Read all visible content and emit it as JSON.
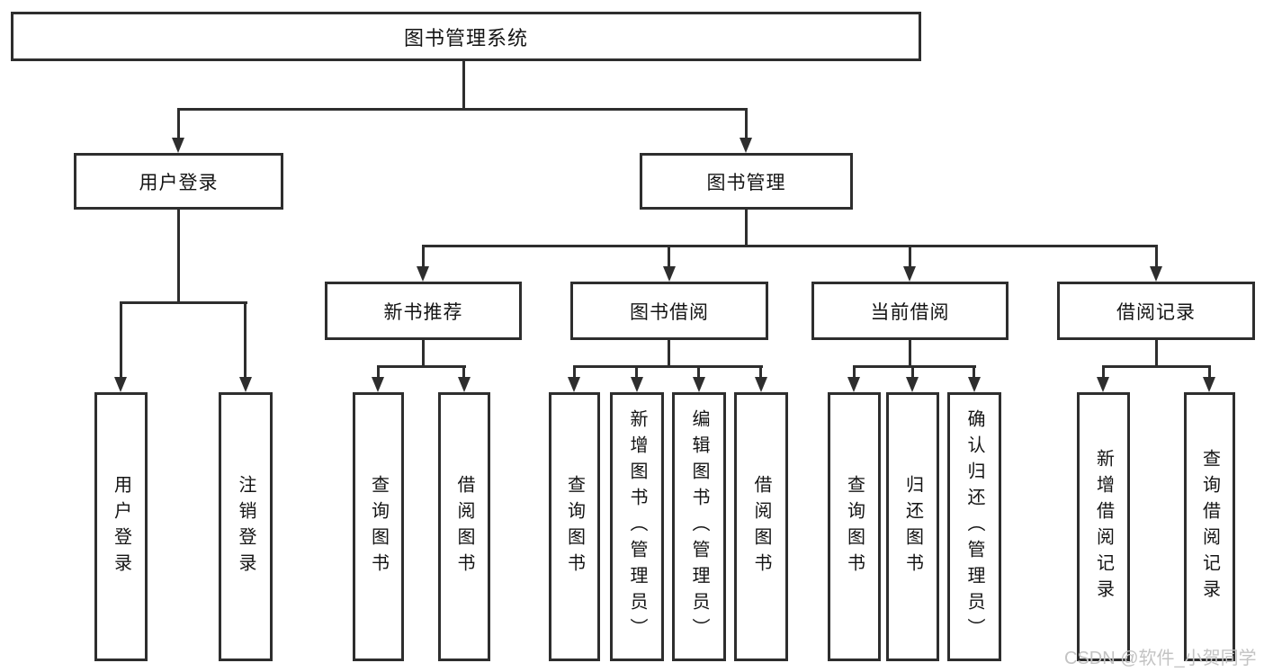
{
  "diagram_type": "hierarchy-diagram",
  "colors": {
    "line": "#2e2e2e",
    "box_border": "#2e2e2e",
    "text": "#141414",
    "background": "#ffffff",
    "watermark": "#c3c3c3"
  },
  "tree": {
    "label": "图书管理系统",
    "children": [
      {
        "label": "用户登录",
        "children": [
          {
            "label": "用户登录"
          },
          {
            "label": "注销登录"
          }
        ]
      },
      {
        "label": "图书管理",
        "children": [
          {
            "label": "新书推荐",
            "children": [
              {
                "label": "查询图书"
              },
              {
                "label": "借阅图书"
              }
            ]
          },
          {
            "label": "图书借阅",
            "children": [
              {
                "label": "查询图书"
              },
              {
                "label": "新增图书（管理员）"
              },
              {
                "label": "编辑图书（管理员）"
              },
              {
                "label": "借阅图书"
              }
            ]
          },
          {
            "label": "当前借阅",
            "children": [
              {
                "label": "查询图书"
              },
              {
                "label": "归还图书"
              },
              {
                "label": "确认归还（管理员）"
              }
            ]
          },
          {
            "label": "借阅记录",
            "children": [
              {
                "label": "新增借阅记录"
              },
              {
                "label": "查询借阅记录"
              }
            ]
          }
        ]
      }
    ]
  },
  "watermark": {
    "text": "CSDN @软件_小贺同学"
  }
}
